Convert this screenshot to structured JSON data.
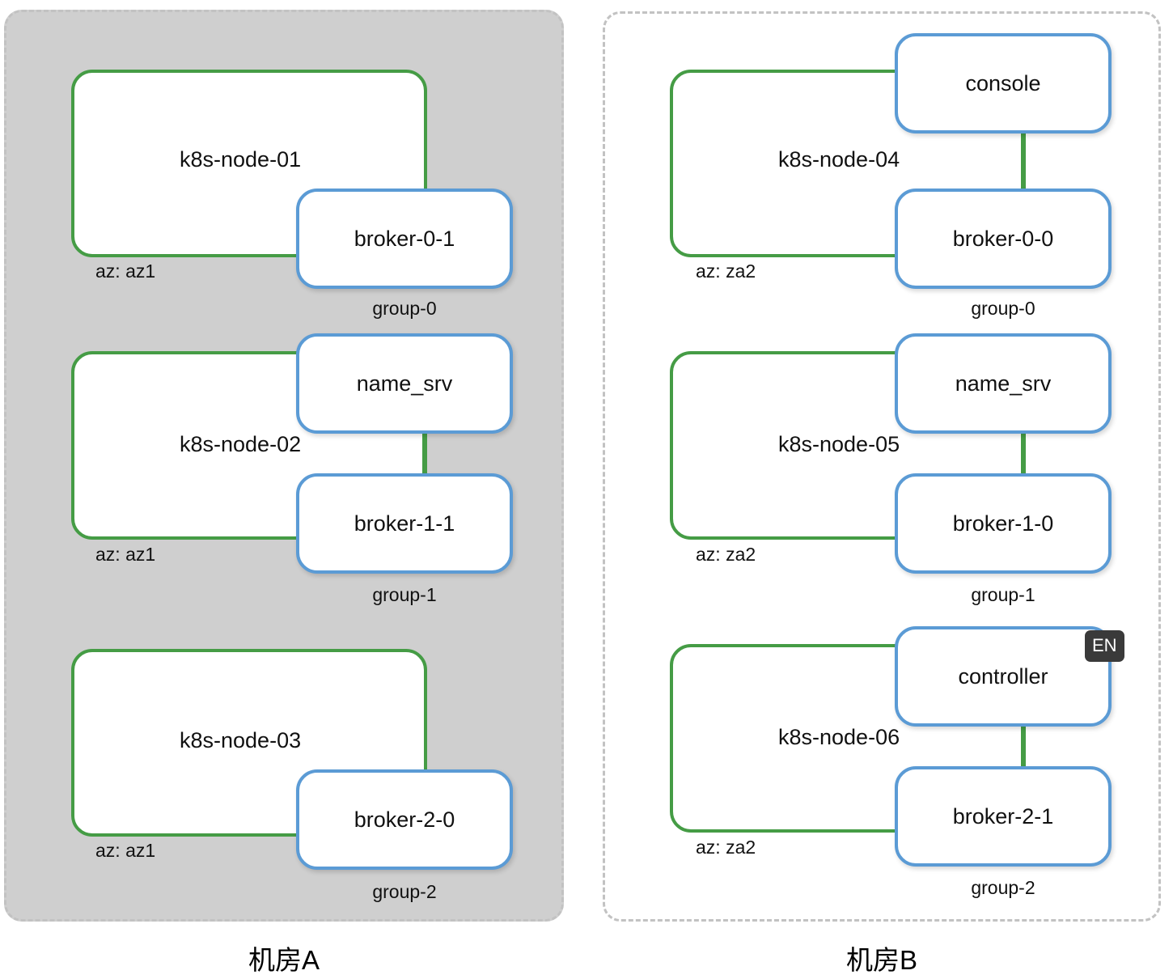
{
  "diagram": {
    "title_hidden": "",
    "colors": {
      "node_border": "#459c45",
      "pod_border": "#5b9bd5",
      "panel_border": "#c2c2c2",
      "panel_fill": "#cfcfcf",
      "badge_bg": "#3a3a3a"
    }
  },
  "panels": [
    {
      "id": "dc-a",
      "caption": "机房A",
      "fill": "filled",
      "nodes": [
        {
          "id": "k8s-node-01",
          "name": "k8s-node-01",
          "az": "az: az1",
          "pods": [
            {
              "name": "broker-0-1",
              "group": "group-0"
            }
          ]
        },
        {
          "id": "k8s-node-02",
          "name": "k8s-node-02",
          "az": "az: az1",
          "pods": [
            {
              "name": "name_srv",
              "group": ""
            },
            {
              "name": "broker-1-1",
              "group": "group-1"
            }
          ]
        },
        {
          "id": "k8s-node-03",
          "name": "k8s-node-03",
          "az": "az: az1",
          "pods": [
            {
              "name": "broker-2-0",
              "group": "group-2"
            }
          ]
        }
      ]
    },
    {
      "id": "dc-b",
      "caption": "机房B",
      "fill": "hollow",
      "nodes": [
        {
          "id": "k8s-node-04",
          "name": "k8s-node-04",
          "az": "az: za2",
          "pods": [
            {
              "name": "console",
              "group": ""
            },
            {
              "name": "broker-0-0",
              "group": "group-0"
            }
          ]
        },
        {
          "id": "k8s-node-05",
          "name": "k8s-node-05",
          "az": "az: za2",
          "pods": [
            {
              "name": "name_srv",
              "group": ""
            },
            {
              "name": "broker-1-0",
              "group": "group-1"
            }
          ]
        },
        {
          "id": "k8s-node-06",
          "name": "k8s-node-06",
          "az": "az: za2",
          "pods": [
            {
              "name": "controller",
              "group": ""
            },
            {
              "name": "broker-2-1",
              "group": "group-2"
            }
          ]
        }
      ]
    }
  ],
  "overlay": {
    "ime_indicator": "EN"
  }
}
